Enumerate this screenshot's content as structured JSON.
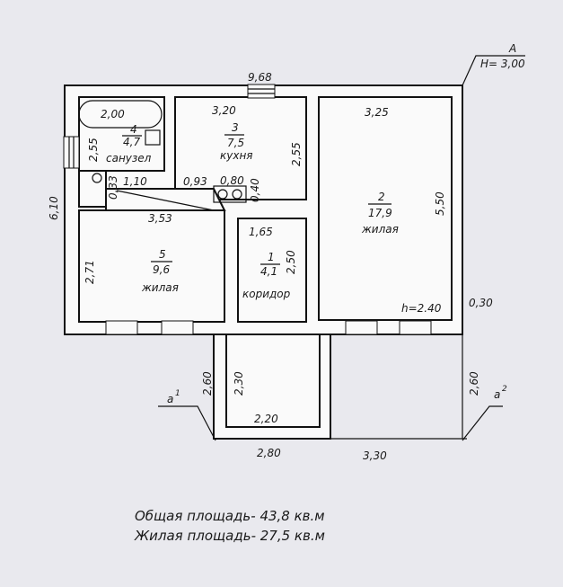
{
  "section_label": "A",
  "height_label": "H= 3,00",
  "overall_width": "9,68",
  "overall_depth": "6,10",
  "rooms": [
    {
      "number": "1",
      "area": "4,1",
      "name": "коридор",
      "dim_a": "1,65",
      "dim_b": "2,50"
    },
    {
      "number": "2",
      "area": "17,9",
      "name": "жилая",
      "dim_a": "3,25",
      "dim_b": "5,50"
    },
    {
      "number": "3",
      "area": "7,5",
      "name": "кухня",
      "dim_a": "3,20",
      "dim_b": "2,55"
    },
    {
      "number": "4",
      "area": "4,7",
      "name": "санузел",
      "dim_a": "2,00",
      "dim_b": "2,55"
    },
    {
      "number": "5",
      "area": "9,6",
      "name": "жилая",
      "dim_a": "3,53",
      "dim_b": "2,71"
    }
  ],
  "extra_dims": {
    "d110": "1,10",
    "d033": "0,33",
    "d093": "0,93",
    "d080": "0,80",
    "d040": "0,40",
    "ceiling": "h=2.40",
    "d030": "0,30",
    "porch_depth_left": "2,60",
    "porch_inner_depth": "2,30",
    "porch_inner_width": "2,20",
    "porch_width": "2,80",
    "right_width": "3,30",
    "porch_depth_right": "2,60",
    "a1": "a",
    "a1_sup": "1",
    "a2": "a",
    "a2_sup": "2"
  },
  "summary": {
    "total": "Общая площадь- 43,8 кв.м",
    "living": "Жилая площадь- 27,5 кв.м"
  }
}
